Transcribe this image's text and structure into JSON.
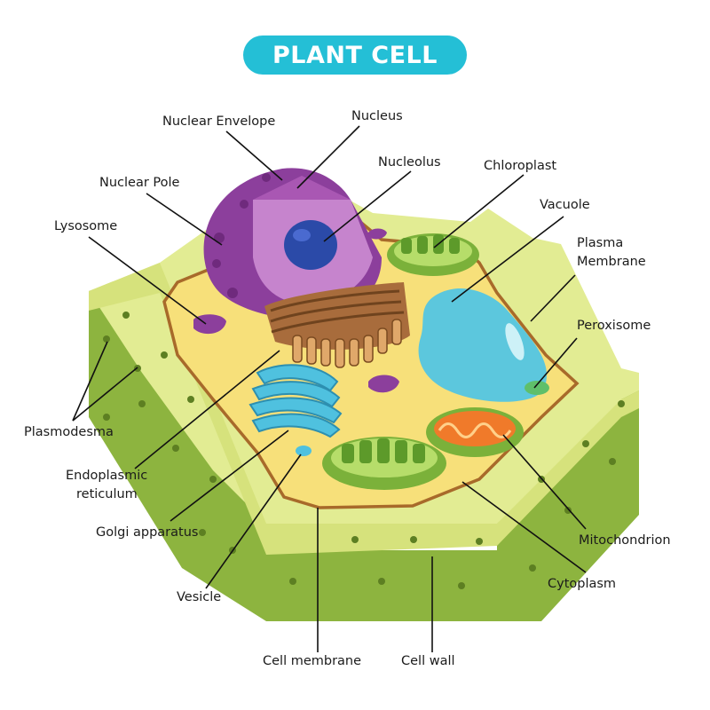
{
  "title": "PLANT CELL",
  "colors": {
    "title_bg": "#24bfd6",
    "cell_wall": "#8db43f",
    "cell_wall_light": "#e2ec93",
    "cytoplasm": "#f7e07a",
    "cell_membrane": "#a86a2a",
    "nucleus": "#8c3f9c",
    "nucleolus": "#2b4aa8",
    "vacuole": "#5cc7dd",
    "chloroplast": "#7bb13a",
    "mitochondrion": "#f07a2a",
    "golgi": "#4fc1df",
    "er": "#a86c3c",
    "lysosome": "#8c3f9c",
    "peroxisome": "#5fbf6a"
  },
  "labels": {
    "nuclear_envelope": "Nuclear Envelope",
    "nucleus": "Nucleus",
    "nucleolus": "Nucleolus",
    "chloroplast": "Chloroplast",
    "nuclear_pole": "Nuclear Pole",
    "vacuole": "Vacuole",
    "lysosome": "Lysosome",
    "plasma_membrane_1": "Plasma",
    "plasma_membrane_2": "Membrane",
    "peroxisome": "Peroxisome",
    "plasmodesma": "Plasmodesma",
    "er_1": "Endoplasmic",
    "er_2": "reticulum",
    "golgi": "Golgi apparatus",
    "mitochondrion": "Mitochondrion",
    "vesicle": "Vesicle",
    "cytoplasm": "Cytoplasm",
    "cell_membrane": "Cell membrane",
    "cell_wall": "Cell wall"
  }
}
